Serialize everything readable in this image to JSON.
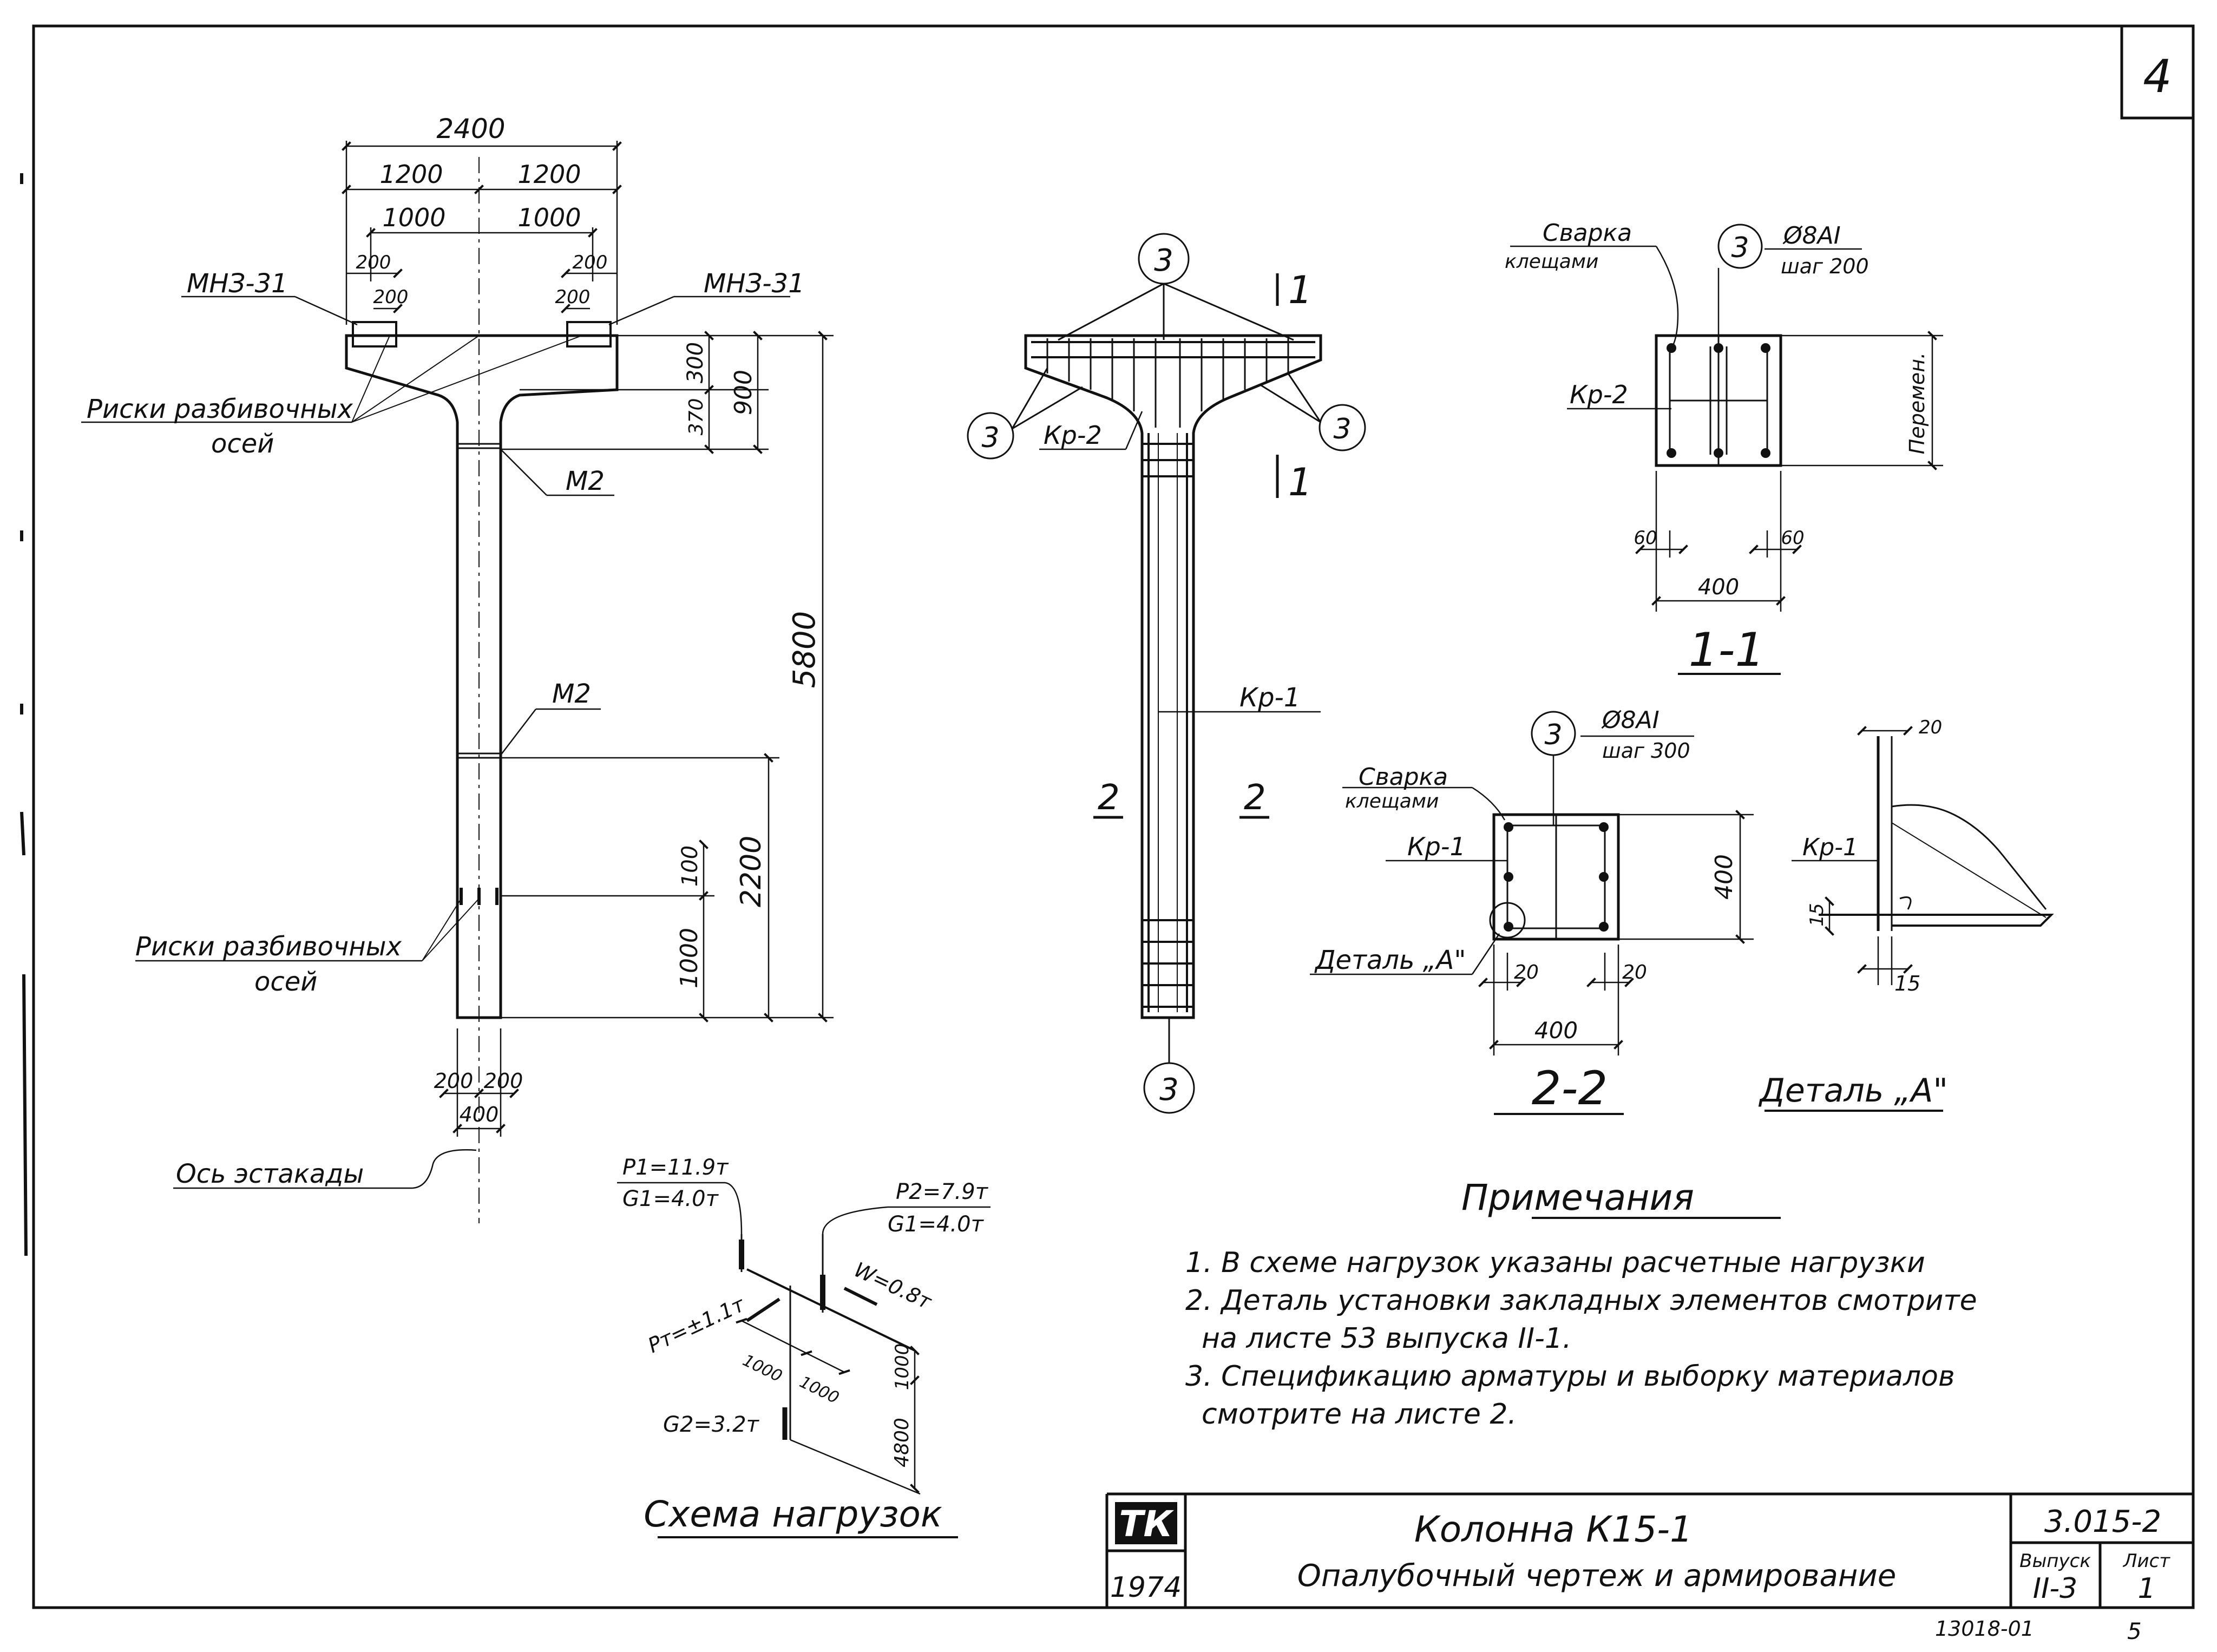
{
  "sheet": {
    "number": "4",
    "corner_marks": "13018-01",
    "corner_digit": "5"
  },
  "column_elevation": {
    "dims_top": [
      "2400",
      "1200",
      "1200",
      "1000",
      "1000"
    ],
    "dims_small": [
      "200",
      "200",
      "200",
      "200"
    ],
    "embedded_left": "МНЗ-31",
    "embedded_right": "МНЗ-31",
    "dims_right": [
      "300",
      "370",
      "900",
      "5800",
      "2200",
      "100",
      "1000"
    ],
    "label_axes_top": [
      "Риски разбивочных",
      "осей"
    ],
    "label_axes_bottom": [
      "Риски разбивочных",
      "осей"
    ],
    "m2_top": "М2",
    "m2_mid": "М2",
    "dims_bottom": [
      "200",
      "200",
      "400"
    ],
    "axis_label": "Ось эстакады"
  },
  "reinforcement": {
    "marker": "3",
    "section_mark_top": "1",
    "section_mark_side": "2",
    "kr2": "Кр-2",
    "kr1": "Кр-1"
  },
  "section_1_1": {
    "welding": [
      "Сварка",
      "клещами"
    ],
    "marker": "3",
    "bar": "Ø8АI",
    "step": "шаг 200",
    "kr": "Кр-2",
    "variable": "Перемен.",
    "dims": [
      "60",
      "60",
      "400"
    ],
    "title": "1-1"
  },
  "section_2_2": {
    "welding": [
      "Сварка",
      "клещами"
    ],
    "marker": "3",
    "bar": "Ø8АI",
    "step": "шаг 300",
    "kr": "Кр-1",
    "detail": "Деталь „А\"",
    "dims": [
      "400",
      "20",
      "20",
      "400"
    ],
    "title": "2-2"
  },
  "detail_a": {
    "dims": [
      "20",
      "15",
      "15"
    ],
    "kr": "Кр-1",
    "title": "Деталь „А\""
  },
  "load_scheme": {
    "p1": "P1=11.9т",
    "g1_left": "G1=4.0т",
    "p2": "P2=7.9т",
    "g1_right": "G1=4.0т",
    "w": "W=0.8т",
    "pt": "Pт=±1.1т",
    "g2": "G2=3.2т",
    "dims": [
      "1000",
      "1000",
      "1000",
      "4800"
    ],
    "title": "Схема нагрузок"
  },
  "notes": {
    "title": "Примечания",
    "lines": [
      "1. В схеме нагрузок указаны расчетные нагрузки",
      "2. Деталь установки закладных элементов смотрите",
      "на листе    53 выпуска II-1.",
      "3. Спецификацию арматуры и выборку материалов",
      "смотрите на листе 2."
    ]
  },
  "title_block": {
    "logo": "ТК",
    "year": "1974",
    "title": "Колонна К15-1",
    "subtitle": "Опалубочный чертеж и армирование",
    "code": "3.015-2",
    "issue_label": "Выпуск",
    "issue": "II-3",
    "sheet_label": "Лист",
    "sheet_no": "1"
  }
}
